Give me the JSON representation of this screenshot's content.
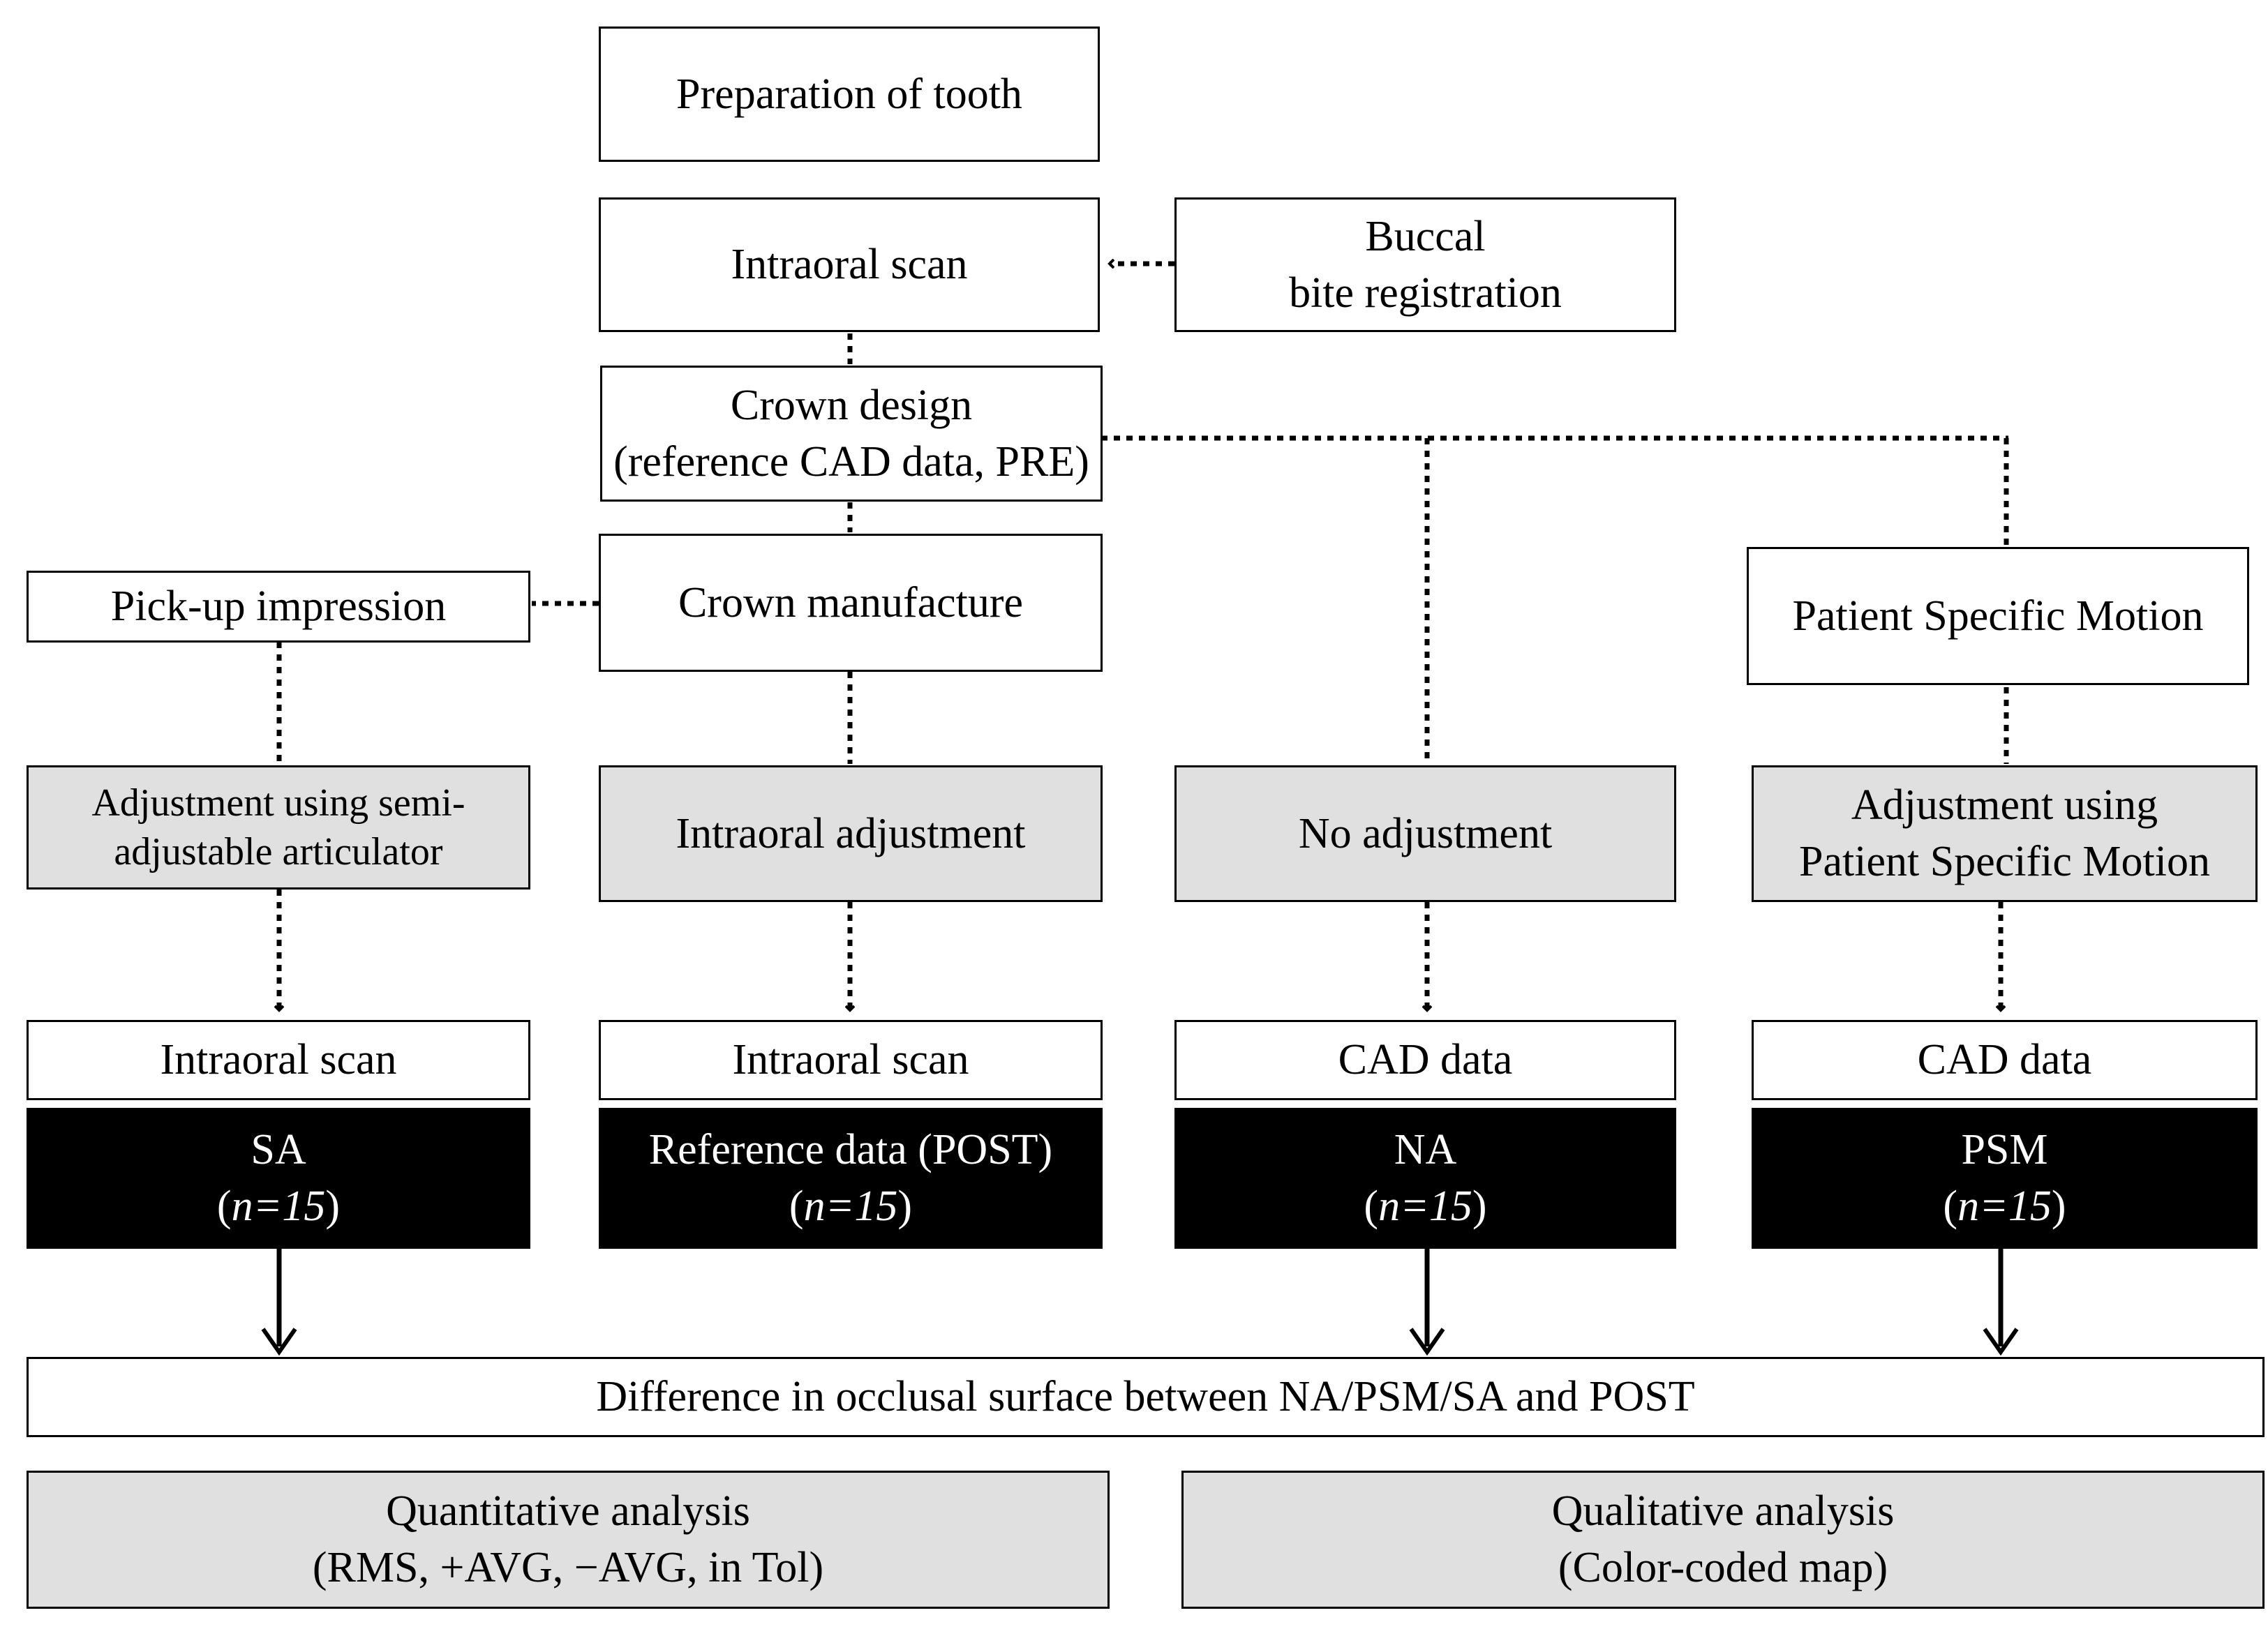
{
  "boxes": {
    "preparation": "Preparation of tooth",
    "intraoral_scan_top": "Intraoral scan",
    "buccal_line1": "Buccal",
    "buccal_line2": "bite registration",
    "crown_design_line1": "Crown design",
    "crown_design_line2": "(reference CAD data, PRE)",
    "pickup": "Pick-up impression",
    "crown_manufacture": "Crown manufacture",
    "psm_motion": "Patient Specific Motion",
    "adj_semi_line1": "Adjustment using semi-",
    "adj_semi_line2": "adjustable articulator",
    "adj_intraoral": "Intraoral adjustment",
    "no_adjustment": "No adjustment",
    "adj_psm_line1": "Adjustment using",
    "adj_psm_line2": "Patient Specific Motion",
    "col1_source": "Intraoral scan",
    "col2_source": "Intraoral scan",
    "col3_source": "CAD data",
    "col4_source": "CAD data",
    "difference": "Difference in occlusal surface between NA/PSM/SA and POST",
    "quant_line1": "Quantitative analysis",
    "quant_line2": "(RMS, +AVG, −AVG, in Tol)",
    "qual_line1": "Qualitative analysis",
    "qual_line2": "(Color-coded map)"
  },
  "groups": [
    {
      "label": "SA",
      "n_prefix": "(",
      "n_value": "n=15",
      "n_suffix": ")"
    },
    {
      "label": "Reference data (POST)",
      "n_prefix": "(",
      "n_value": "n=15",
      "n_suffix": ")"
    },
    {
      "label": "NA",
      "n_prefix": "(",
      "n_value": "n=15",
      "n_suffix": ")"
    },
    {
      "label": "PSM",
      "n_prefix": "(",
      "n_value": "n=15",
      "n_suffix": ")"
    }
  ],
  "colors": {
    "adjustment_fill": "#e0e0e0",
    "group_fill": "#000000",
    "group_text": "#ffffff"
  }
}
